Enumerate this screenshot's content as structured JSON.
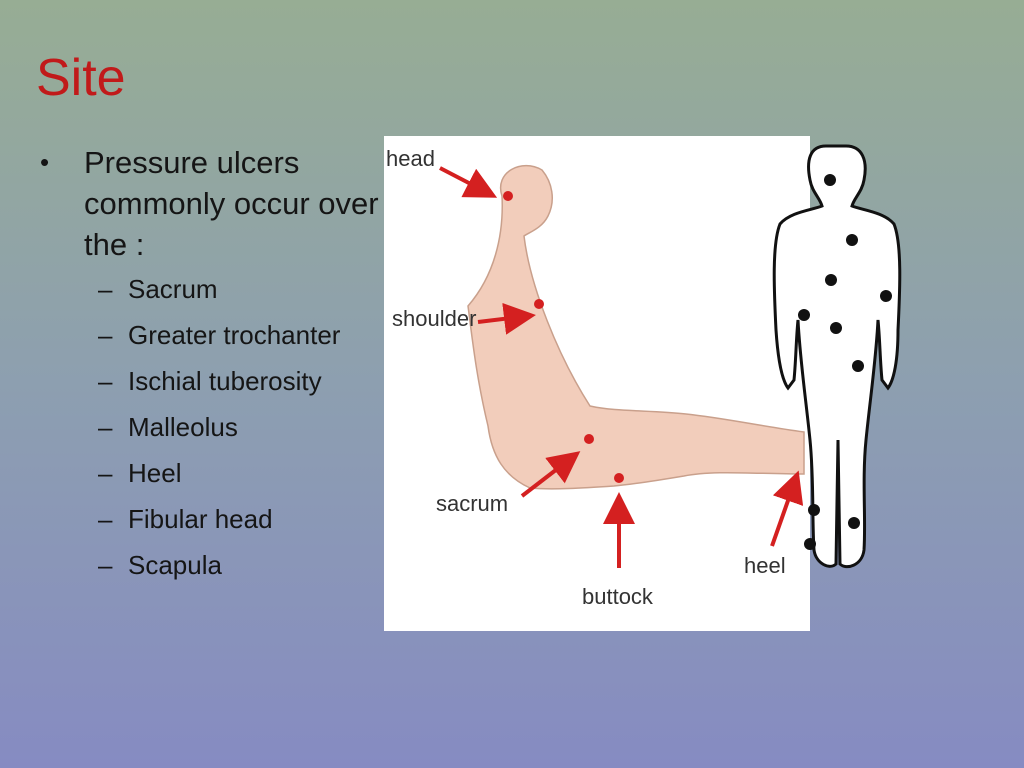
{
  "slide": {
    "title": "Site",
    "bullet": "Pressure ulcers commonly occur over the :",
    "sub_items": [
      "Sacrum",
      "Greater trochanter",
      "Ischial tuberosity",
      "Malleolus",
      "Heel",
      "Fibular head",
      "Scapula"
    ]
  },
  "figure": {
    "labels": {
      "head": "head",
      "shoulder": "shoulder",
      "sacrum": "sacrum",
      "buttock": "buttock",
      "heel": "heel"
    }
  },
  "colors": {
    "title": "#c11a1a",
    "arrow": "#d42020",
    "skin": "#f2cdbb",
    "dot": "#111111"
  }
}
